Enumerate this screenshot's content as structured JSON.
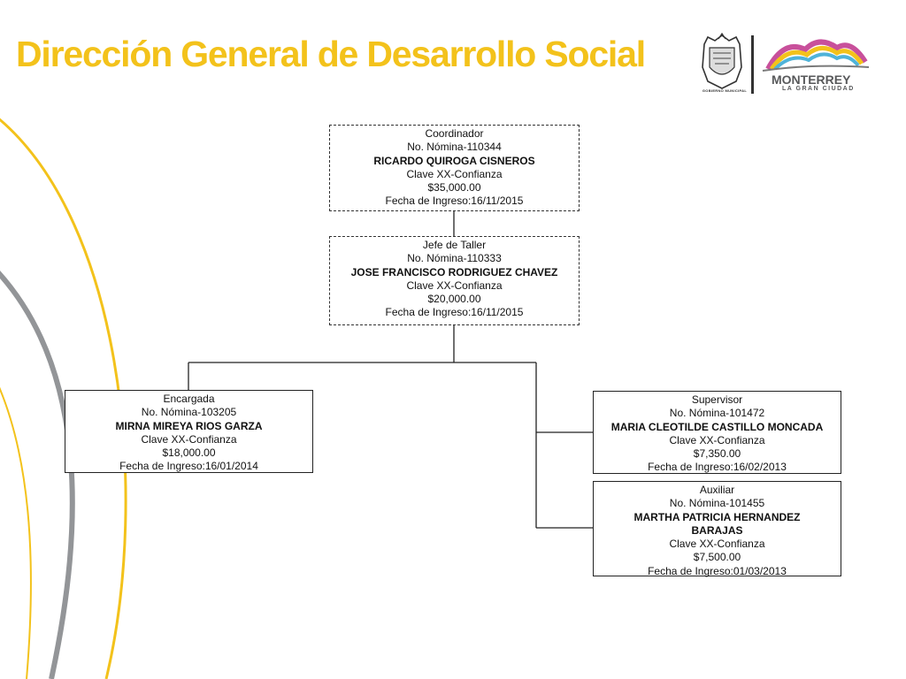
{
  "header": {
    "title": "Dirección General de Desarrollo Social",
    "seal_caption": "GOBIERNO MUNICIPAL",
    "city_name": "MONTERREY",
    "city_tagline": "LA GRAN CIUDAD"
  },
  "colors": {
    "title": "#f3c21b",
    "arc_yellow": "#f3c21b",
    "arc_gray": "#939598"
  },
  "org": {
    "coordinador": {
      "role": "Coordinador",
      "nomina": "No. Nómina-110344",
      "name": "RICARDO QUIROGA CISNEROS",
      "clave": "Clave XX-Confianza",
      "salary": "$35,000.00",
      "ingreso": "Fecha de Ingreso:16/11/2015"
    },
    "jefe": {
      "role": "Jefe de Taller",
      "nomina": "No. Nómina-110333",
      "name": "JOSE FRANCISCO RODRIGUEZ CHAVEZ",
      "clave": "Clave XX-Confianza",
      "salary": "$20,000.00",
      "ingreso": "Fecha de Ingreso:16/11/2015"
    },
    "encargada": {
      "role": "Encargada",
      "nomina": "No. Nómina-103205",
      "name": "MIRNA MIREYA RIOS GARZA",
      "clave": "Clave XX-Confianza",
      "salary": "$18,000.00",
      "ingreso": "Fecha de Ingreso:16/01/2014"
    },
    "supervisor": {
      "role": "Supervisor",
      "nomina": "No. Nómina-101472",
      "name": "MARIA CLEOTILDE CASTILLO MONCADA",
      "clave": "Clave XX-Confianza",
      "salary": "$7,350.00",
      "ingreso": "Fecha de Ingreso:16/02/2013"
    },
    "auxiliar": {
      "role": "Auxiliar",
      "nomina": "No. Nómina-101455",
      "name": "MARTHA PATRICIA HERNANDEZ BARAJAS",
      "clave": "Clave XX-Confianza",
      "salary": "$7,500.00",
      "ingreso": "Fecha de Ingreso:01/03/2013"
    }
  }
}
